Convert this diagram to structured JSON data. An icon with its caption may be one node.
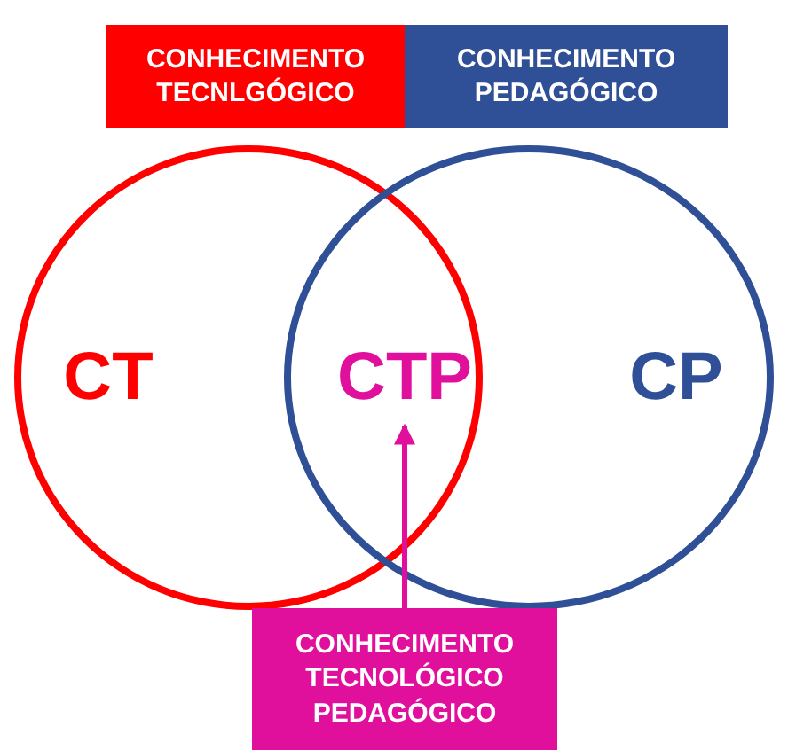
{
  "diagram": {
    "nodes": [
      {
        "text": [
          "CONHECIMENTO TECNLGÓGICO"
        ]
      },
      {
        "text": [
          "CONHECIMENTO PEDAGÓGICO"
        ]
      },
      {
        "text": [
          "CT"
        ]
      },
      {
        "text": [
          "CP"
        ]
      },
      {
        "text": [
          "CTP"
        ]
      },
      {
        "text": [
          "CONHECIMENTO TECNOLÓGICO PEDAGÓGICO"
        ]
      }
    ],
    "edges": [
      {
        "from": 5,
        "to": 4,
        "arrow": "to"
      }
    ]
  }
}
